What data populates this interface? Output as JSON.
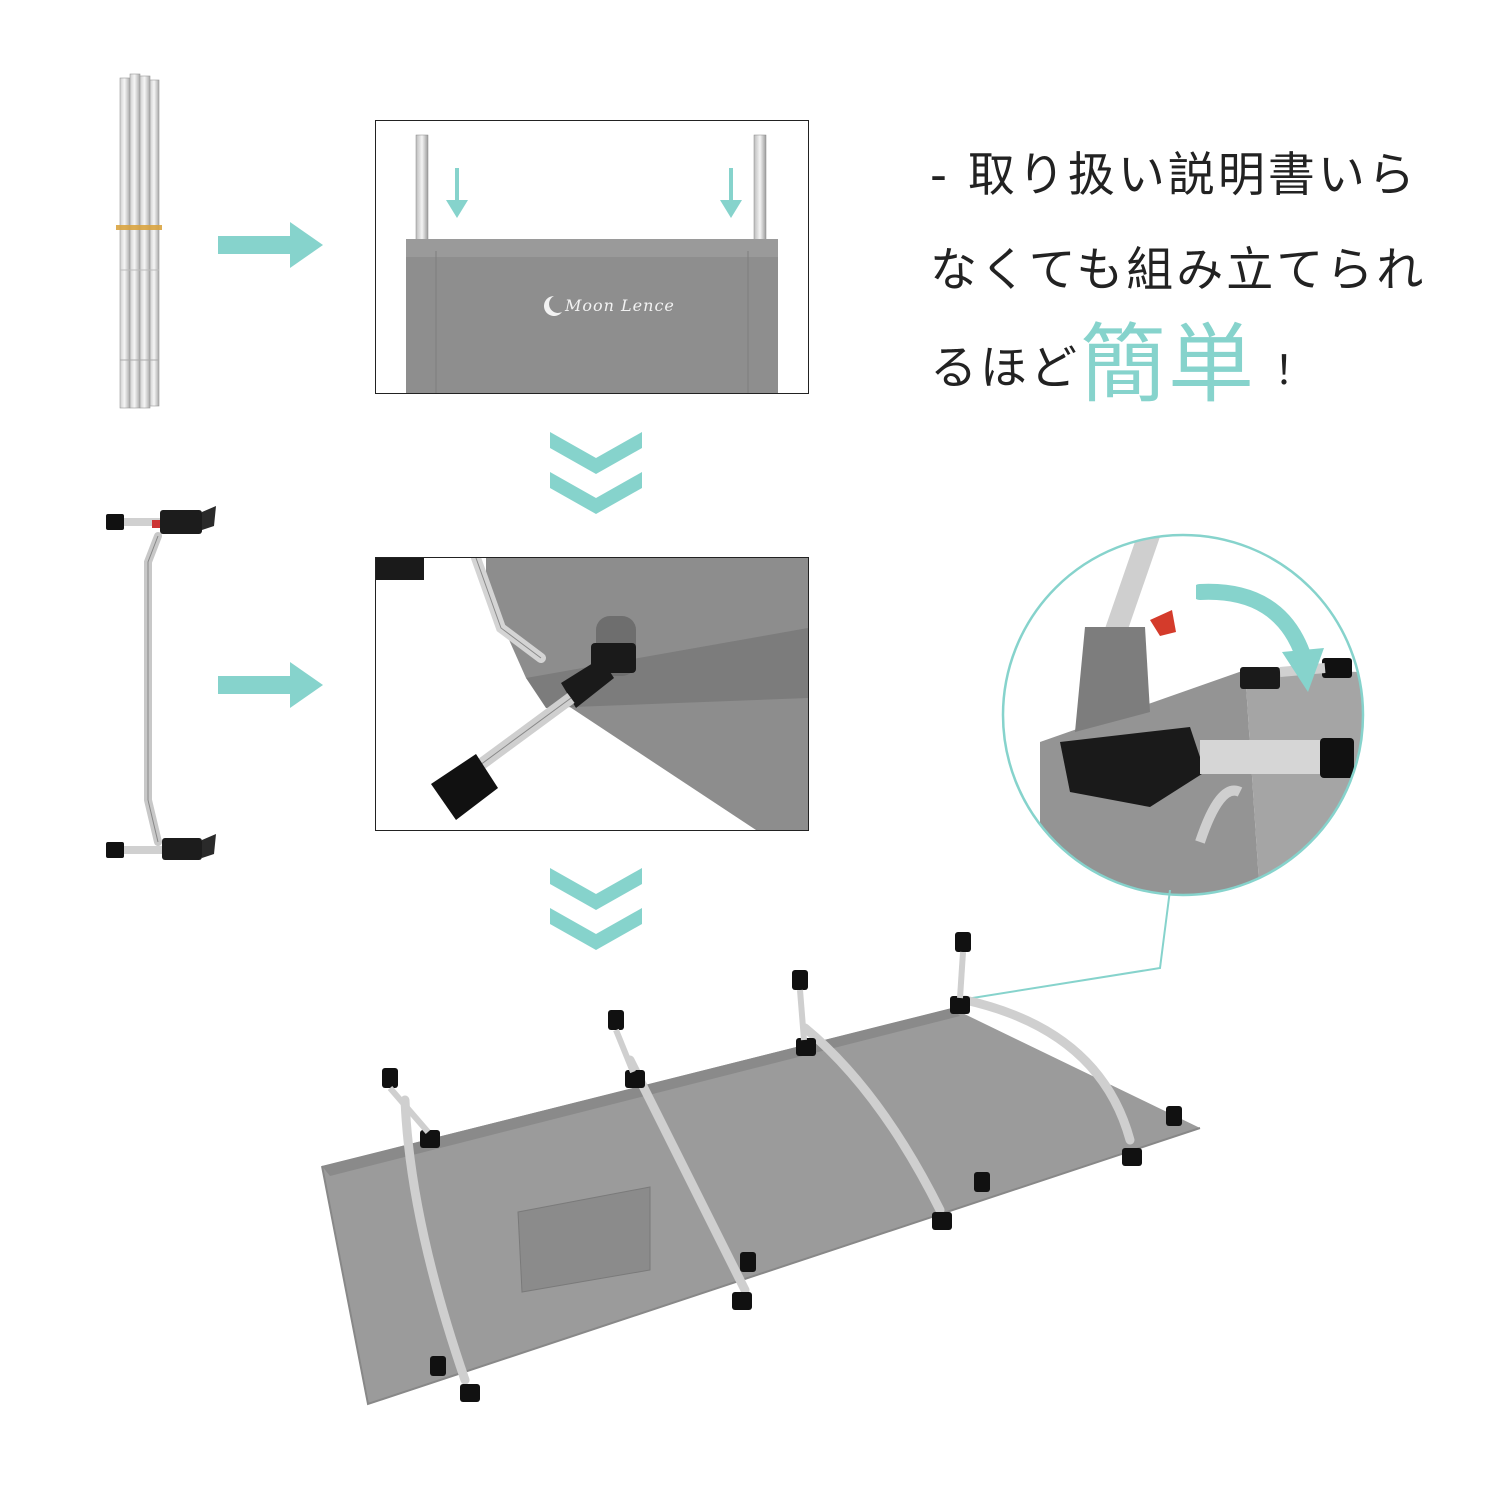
{
  "headline": {
    "line1": "- 取り扱い説明書いら",
    "line2": "なくても組み立てられ",
    "line3_prefix": "るほど",
    "accent": "簡単",
    "line3_suffix": "！"
  },
  "brand_logo": "Moon Lence",
  "colors": {
    "accent": "#86d3cc",
    "fabric": "#8e8e8e",
    "frame_border": "#222222",
    "text": "#222222"
  },
  "icons": [
    "right-arrow-icon",
    "double-chevron-down-icon",
    "down-arrow-icon",
    "curved-arrow-icon"
  ]
}
